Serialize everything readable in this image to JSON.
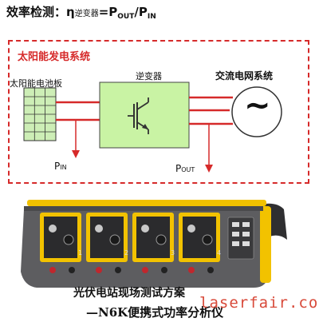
{
  "title": {
    "prefix": "效率检测：",
    "eta": "η",
    "inverter": "逆变器",
    "equals": "=P",
    "out_sub": "OUT",
    "slash": "/P",
    "in_sub": "IN"
  },
  "system": {
    "name": "太阳能发电系统",
    "panel_label": "太阳能电池板",
    "inverter_label": "逆变器",
    "grid_label": "交流电网系统",
    "grid_symbol": "~",
    "pin": {
      "p": "P",
      "sub": "IN"
    },
    "pout": {
      "p": "P",
      "sub": "OUT"
    }
  },
  "device": {
    "channels": [
      "1",
      "2",
      "3",
      "4"
    ]
  },
  "caption": {
    "line1": "光伏电站现场测试方案",
    "line2": "—N6K便携式功率分析仪"
  },
  "watermark": "laserfair.com",
  "colors": {
    "accent_red": "#d62a2a",
    "inverter_fill": "#c9f3a4",
    "panel_fill": "#cdeeb6",
    "device_body": "#5d5d60",
    "device_trim": "#f2c200"
  }
}
